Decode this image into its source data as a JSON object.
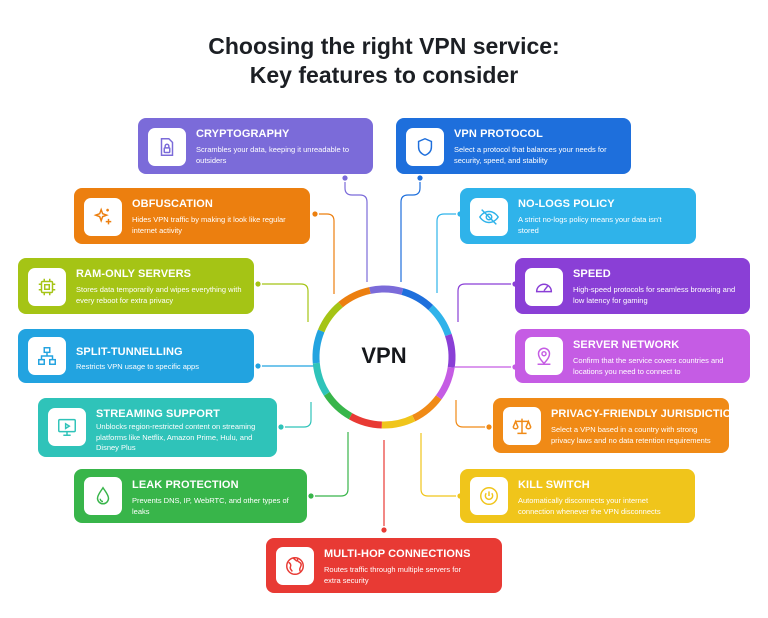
{
  "title": {
    "line1": "Choosing the right VPN service:",
    "line2": "Key features to consider"
  },
  "center": {
    "label": "VPN"
  },
  "colors": {
    "cryptography": "#7b6bd9",
    "vpn_protocol": "#1e6fdc",
    "obfuscation": "#ec7f0f",
    "no_logs_policy": "#2fb3ea",
    "ram_only_servers": "#a5c415",
    "speed": "#8a3fd6",
    "split_tunnelling": "#22a3e0",
    "server_network": "#c55ce4",
    "streaming_support": "#2fc3b9",
    "privacy_jurisdictions": "#f08a16",
    "leak_protection": "#38b54a",
    "kill_switch": "#f0c51b",
    "multi_hop": "#e83a34"
  },
  "features": {
    "cryptography": {
      "title": "CRYPTOGRAPHY",
      "desc": "Scrambles your data, keeping it unreadable to outsiders",
      "icon": "locked-file-icon"
    },
    "vpn_protocol": {
      "title": "VPN PROTOCOL",
      "desc": "Select a protocol that balances your needs for security, speed, and stability",
      "icon": "shield-icon"
    },
    "obfuscation": {
      "title": "OBFUSCATION",
      "desc": "Hides VPN traffic by making it look like regular internet activity",
      "icon": "sparkle-icon"
    },
    "no_logs_policy": {
      "title": "NO-LOGS POLICY",
      "desc": "A strict no-logs policy means your data isn't stored",
      "icon": "eye-off-icon"
    },
    "ram_only_servers": {
      "title": "RAM-ONLY SERVERS",
      "desc": "Stores data temporarily and wipes everything with every reboot for extra privacy",
      "icon": "chip-icon"
    },
    "speed": {
      "title": "SPEED",
      "desc": "High-speed protocols for seamless browsing and low latency for gaming",
      "icon": "speedometer-icon"
    },
    "split_tunnelling": {
      "title": "SPLIT-TUNNELLING",
      "desc": "Restricts VPN usage to specific apps",
      "icon": "network-tree-icon"
    },
    "server_network": {
      "title": "SERVER NETWORK",
      "desc": "Confirm that the service covers countries and locations you need to connect to",
      "icon": "location-pin-icon"
    },
    "streaming_support": {
      "title": "STREAMING SUPPORT",
      "desc": "Unblocks region-restricted content on streaming platforms like Netflix, Amazon Prime, Hulu, and Disney Plus",
      "icon": "monitor-play-icon"
    },
    "privacy_jurisdictions": {
      "title": "PRIVACY-FRIENDLY JURISDICTIONS",
      "desc": "Select a VPN based in a country with strong privacy laws and no data retention requirements",
      "icon": "scales-icon"
    },
    "leak_protection": {
      "title": "LEAK PROTECTION",
      "desc": "Prevents DNS, IP, WebRTC, and other types of leaks",
      "icon": "drop-icon"
    },
    "kill_switch": {
      "title": "KILL SWITCH",
      "desc": "Automatically disconnects your internet connection whenever the VPN disconnects",
      "icon": "power-icon"
    },
    "multi_hop": {
      "title": "MULTI-HOP CONNECTIONS",
      "desc": "Routes traffic through multiple servers for extra security",
      "icon": "globe-icon"
    }
  }
}
